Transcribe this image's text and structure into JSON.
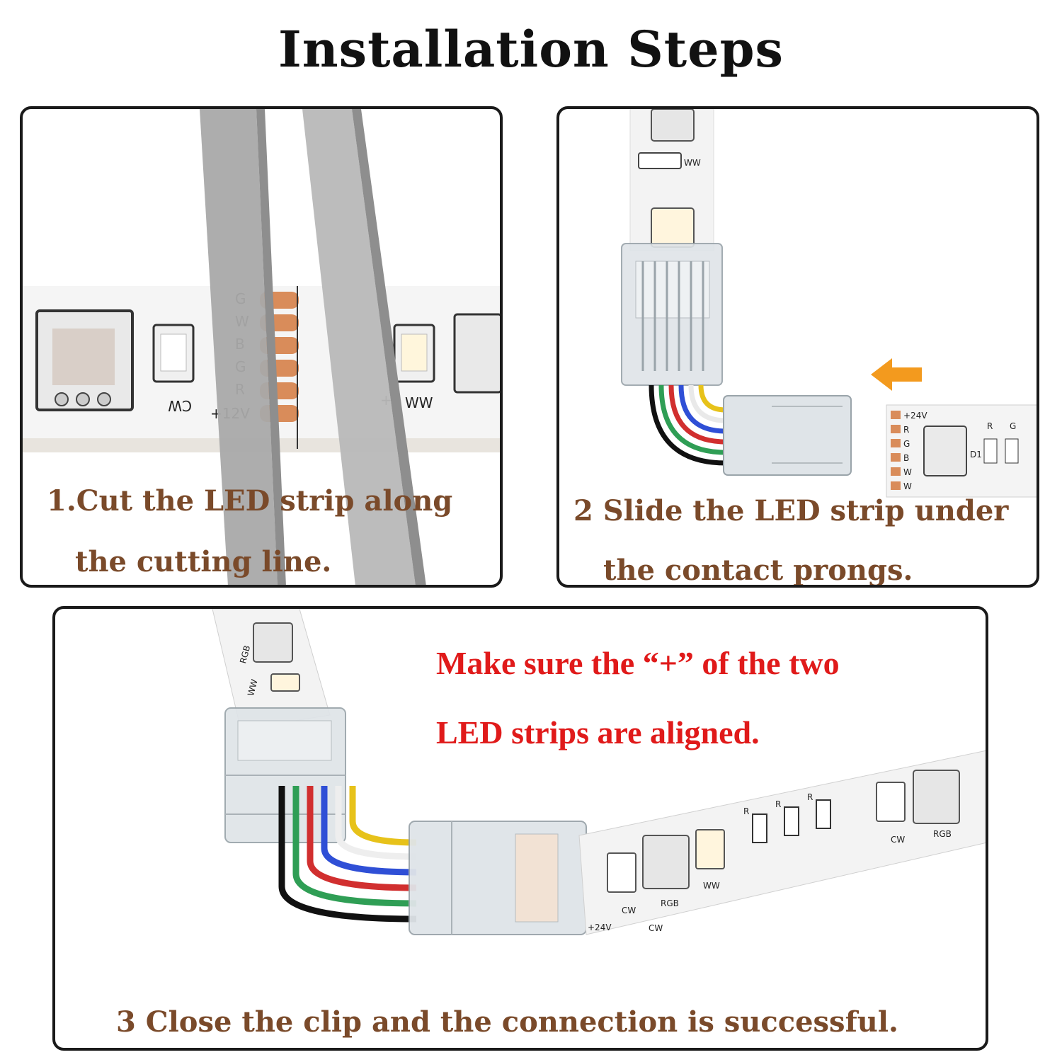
{
  "title": "Installation Steps",
  "step1": {
    "line1": "1.Cut the LED strip along",
    "line2": "the cutting line.",
    "pad_labels": [
      "G",
      "W",
      "B",
      "G",
      "R",
      "+12V"
    ],
    "led_labels": [
      "CW",
      "WW",
      "+"
    ]
  },
  "step2": {
    "line1": "2 Slide the LED strip under",
    "line2": "the contact prongs.",
    "pad_labels": [
      "+24V",
      "R",
      "G",
      "B",
      "W",
      "W"
    ],
    "misc_labels": [
      "R",
      "G",
      "D1",
      "WW"
    ]
  },
  "step3": {
    "caption": "3 Close the clip and the connection is successful.",
    "note_line1": "Make sure the “+” of the two",
    "note_line2": "LED strips are aligned.",
    "strip_labels": [
      "RGB",
      "WW",
      "CW",
      "RGB",
      "WW",
      "CW",
      "RGB",
      "R",
      "R",
      "R",
      "+24V",
      "CW"
    ]
  },
  "colors": {
    "caption": "#7a4a2a",
    "note": "#e01a1a",
    "wires": [
      "#f2c94c",
      "#ffffff",
      "#2f4fd6",
      "#d12f2f",
      "#2f9e55",
      "#111111"
    ]
  }
}
